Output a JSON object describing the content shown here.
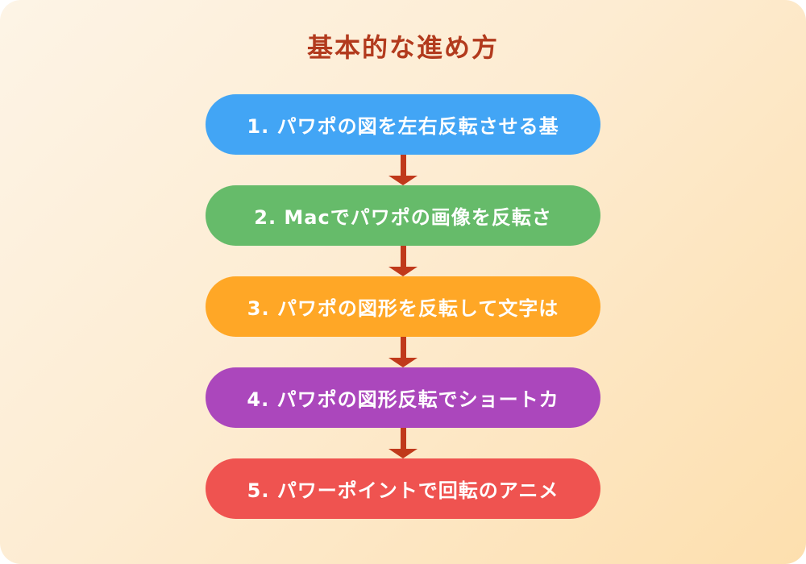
{
  "title": "基本的な進め方",
  "steps": [
    {
      "label": "1. パワポの図を左右反転させる基",
      "color": "#42a5f5"
    },
    {
      "label": "2. Macでパワポの画像を反転さ",
      "color": "#66bb6a"
    },
    {
      "label": "3. パワポの図形を反転して文字は",
      "color": "#ffa726"
    },
    {
      "label": "4. パワポの図形反転でショートカ",
      "color": "#ab47bc"
    },
    {
      "label": "5. パワーポイントで回転のアニメ",
      "color": "#ef5350"
    }
  ],
  "colors": {
    "title_text": "#b23a1d",
    "arrow": "#c0391b",
    "step_text": "#ffffff",
    "background_start": "#fdf4e6",
    "background_end": "#fddfae"
  }
}
